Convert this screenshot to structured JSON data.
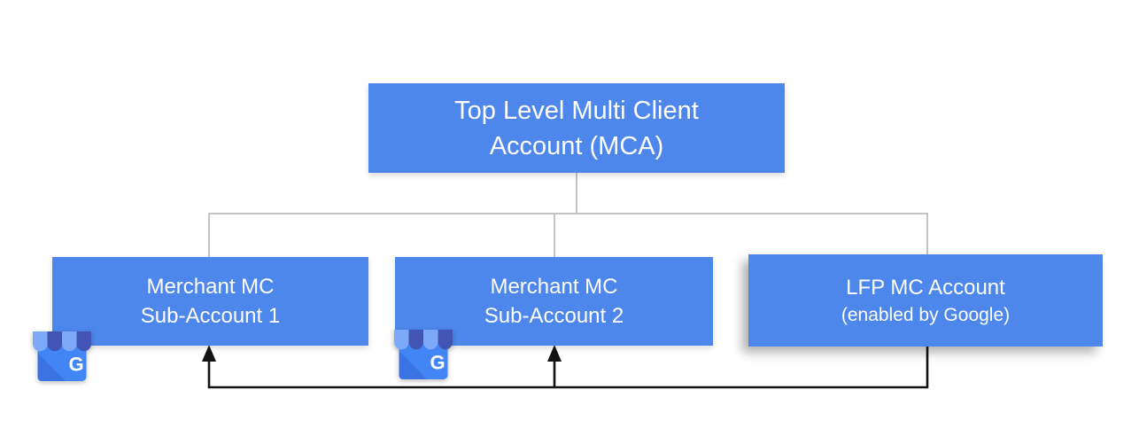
{
  "diagram": {
    "nodes": {
      "mca": {
        "line1": "Top Level Multi Client",
        "line2": "Account (MCA)"
      },
      "sub1": {
        "line1": "Merchant MC",
        "line2": "Sub-Account 1"
      },
      "sub2": {
        "line1": "Merchant MC",
        "line2": "Sub-Account 2"
      },
      "lfp": {
        "line1": "LFP MC Account",
        "line2": "(enabled by Google)"
      }
    },
    "icons": {
      "sub1_icon": "google-my-business-icon",
      "sub2_icon": "google-my-business-icon",
      "gmb_letter": "G"
    },
    "colors": {
      "node_fill": "#4d87ec",
      "node_text": "#ffffff",
      "tree_line": "#c4c4c4",
      "arrow_line": "#131313",
      "background": "#ffffff",
      "gmb_light_blue": "#7daaf8",
      "gmb_dark_blue": "#4355b4",
      "gmb_body_blue": "#4285f4",
      "gmb_fold_blue": "#3b73e3"
    }
  }
}
